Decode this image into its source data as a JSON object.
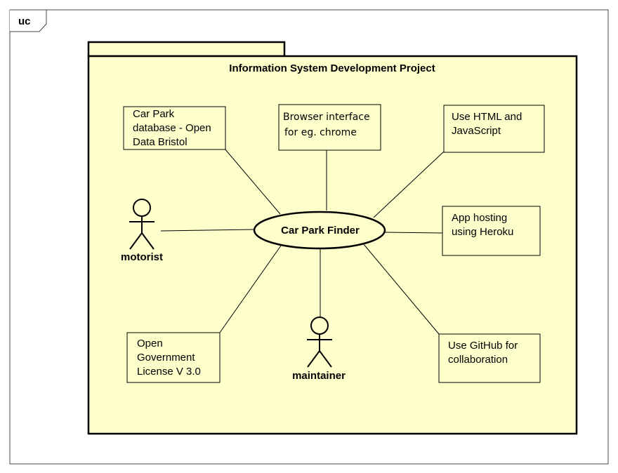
{
  "frame": {
    "tag": "uc"
  },
  "package": {
    "title": "Information System Development Project"
  },
  "use_case": {
    "label": "Car Park Finder"
  },
  "actors": {
    "motorist": "motorist",
    "maintainer": "maintainer"
  },
  "notes": {
    "database": [
      "Car Park",
      "database - Open",
      "Data Bristol"
    ],
    "browser": [
      "Browser interface",
      "for eg. chrome"
    ],
    "html": [
      "Use HTML and",
      "JavaScript"
    ],
    "hosting": [
      "App hosting",
      "using Heroku"
    ],
    "license": [
      "Open",
      "Government",
      "License V 3.0"
    ],
    "github": [
      "Use GitHub for",
      "collaboration"
    ]
  },
  "colors": {
    "package_fill": "#ffffcc",
    "stroke": "#000000",
    "background": "#ffffff"
  }
}
